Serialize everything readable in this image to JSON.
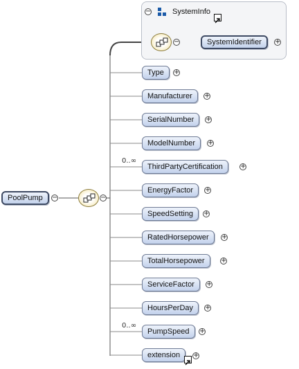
{
  "root": {
    "label": "PoolPump"
  },
  "system_info": {
    "title": "SystemInfo",
    "child": "SystemIdentifier"
  },
  "elements": [
    {
      "label": "Type",
      "occurrence": ""
    },
    {
      "label": "Manufacturer",
      "occurrence": ""
    },
    {
      "label": "SerialNumber",
      "occurrence": ""
    },
    {
      "label": "ModelNumber",
      "occurrence": ""
    },
    {
      "label": "ThirdPartyCertification",
      "occurrence": "0..∞"
    },
    {
      "label": "EnergyFactor",
      "occurrence": ""
    },
    {
      "label": "SpeedSetting",
      "occurrence": ""
    },
    {
      "label": "RatedHorsepower",
      "occurrence": ""
    },
    {
      "label": "TotalHorsepower",
      "occurrence": ""
    },
    {
      "label": "ServiceFactor",
      "occurrence": ""
    },
    {
      "label": "HoursPerDay",
      "occurrence": ""
    },
    {
      "label": "PumpSpeed",
      "occurrence": "0..∞"
    },
    {
      "label": "extension",
      "occurrence": ""
    }
  ],
  "symbols": {
    "collapse": "−",
    "expand": "+"
  },
  "icons": {
    "sequence": "sequence-compositor-icon",
    "group": "group-reference-icon",
    "link": "link-arrow-icon"
  },
  "colors": {
    "node_fill": "#c3d2ec",
    "node_border": "#6f7b95",
    "compositor": "#f3e2a0"
  }
}
